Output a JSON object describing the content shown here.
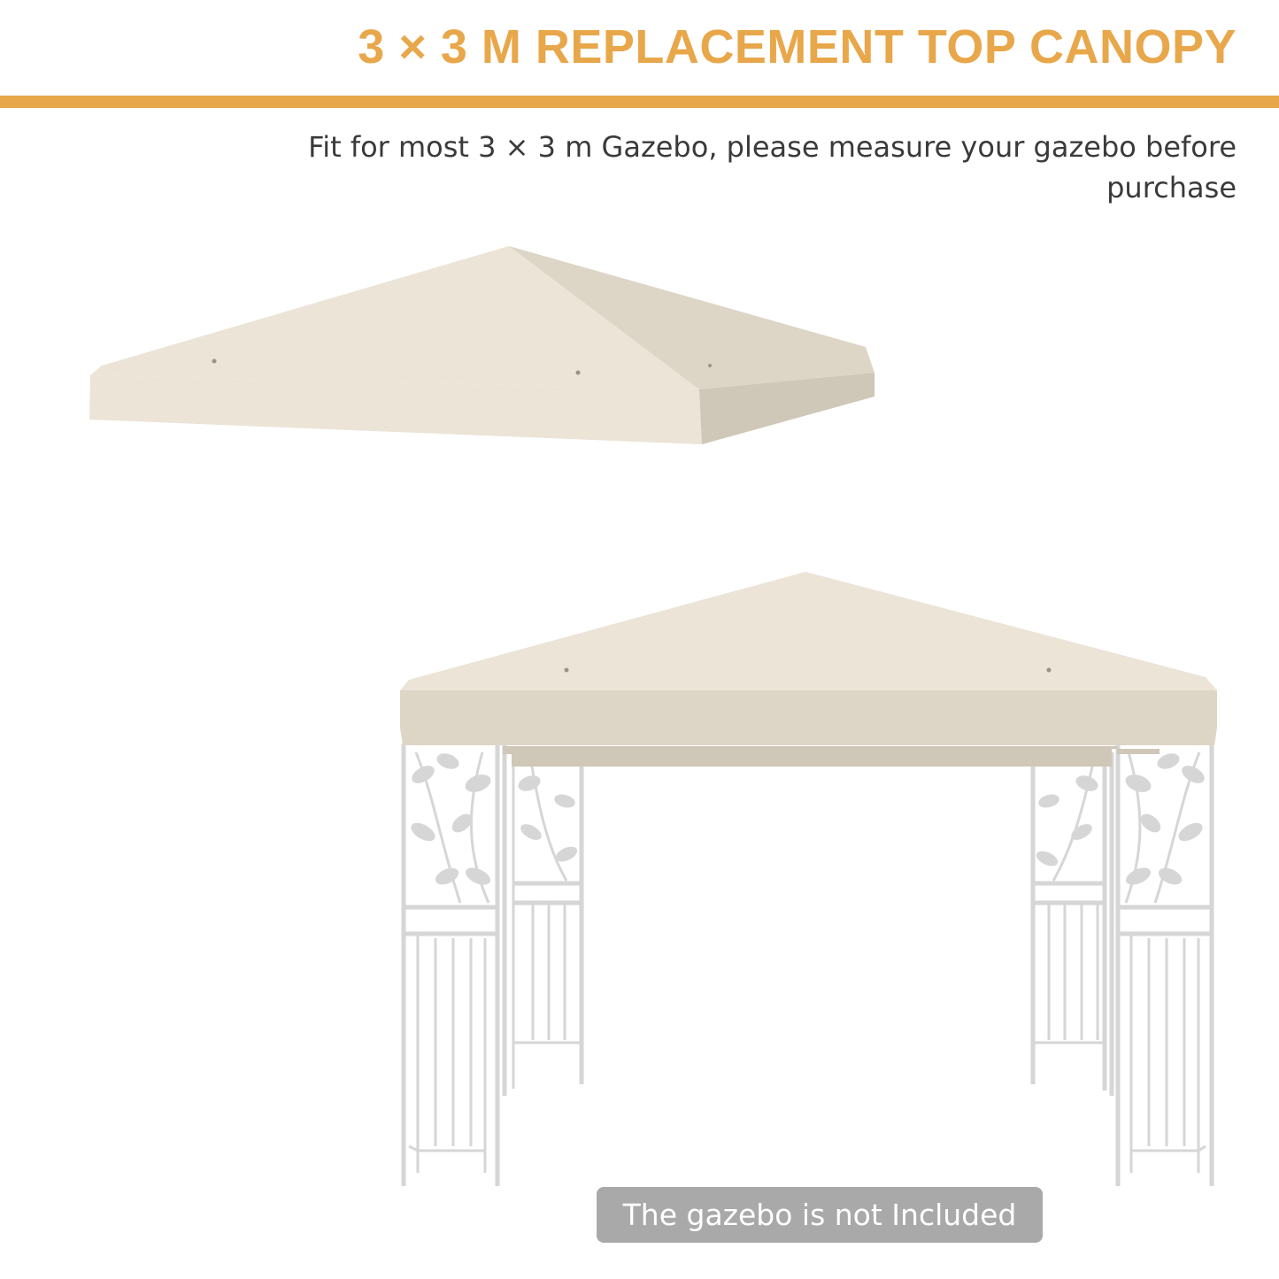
{
  "header": {
    "title": "3 × 3 M REPLACEMENT TOP CANOPY",
    "subtitle": "Fit for most 3 × 3 m Gazebo, please measure your gazebo before purchase"
  },
  "note": {
    "text": "The gazebo is not Included"
  },
  "illustrations": {
    "canopy": "canopy-top-illustration",
    "gazebo": "gazebo-frame-illustration"
  },
  "colors": {
    "accent": "#e8a74a",
    "canopy": "#ebe4d7",
    "canopy_shade": "#ddd5c6",
    "frame": "#d6d6d6",
    "badge": "#a9a9a9"
  }
}
